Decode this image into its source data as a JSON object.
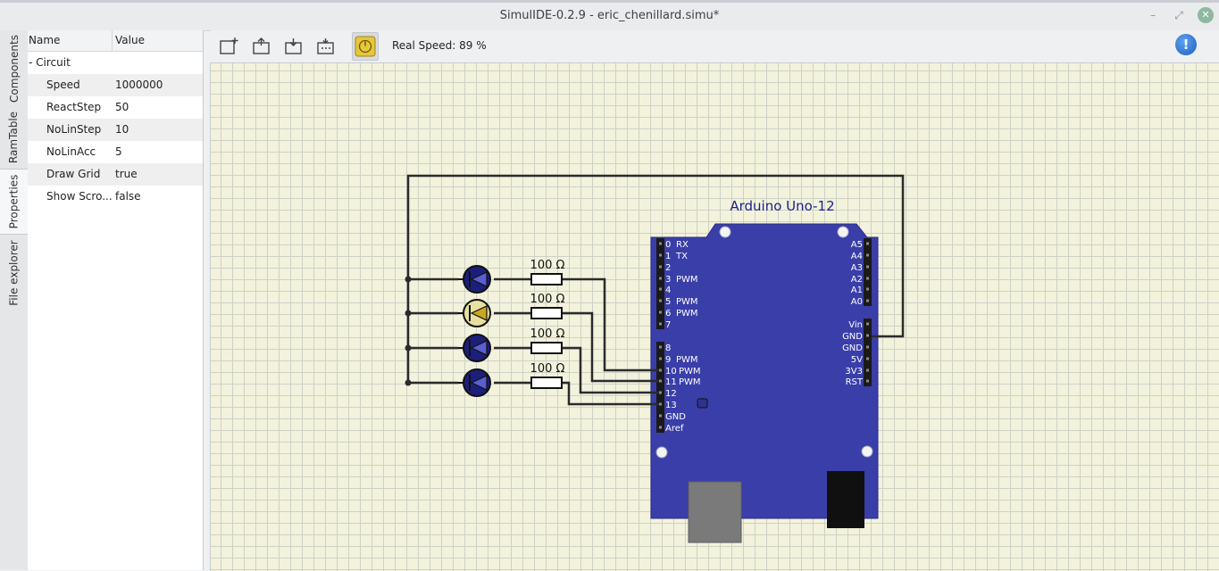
{
  "window": {
    "title": "SimulIDE-0.2.9  -  eric_chenillard.simu*"
  },
  "sidebar": {
    "tabs": [
      "Components",
      "RamTable",
      "Properties",
      "File explorer"
    ]
  },
  "properties": {
    "headers": {
      "name": "Name",
      "value": "Value"
    },
    "group": "- Circuit",
    "rows": [
      {
        "name": "Speed",
        "value": "1000000"
      },
      {
        "name": "ReactStep",
        "value": "50"
      },
      {
        "name": "NoLinStep",
        "value": "10"
      },
      {
        "name": "NoLinAcc",
        "value": "5"
      },
      {
        "name": "Draw Grid",
        "value": "true"
      },
      {
        "name": "Show Scro...",
        "value": "false"
      }
    ]
  },
  "toolbar": {
    "icons": [
      "new-circuit-icon",
      "open-circuit-icon",
      "save-circuit-icon",
      "save-as-icon",
      "power-icon"
    ],
    "real_speed": "Real Speed: 89 %",
    "info_glyph": "!"
  },
  "circuit": {
    "board_label": "Arduino Uno-12",
    "resistor_label": "100 Ω",
    "colors": {
      "board": "#3a3ea8",
      "led_off": "#1c1f7a",
      "led_on": "#e8e0a0",
      "wire": "#2b2b2b"
    },
    "left_pins": [
      {
        "num": "0",
        "fn": "RX"
      },
      {
        "num": "1",
        "fn": "TX"
      },
      {
        "num": "2",
        "fn": ""
      },
      {
        "num": "3",
        "fn": "PWM"
      },
      {
        "num": "4",
        "fn": ""
      },
      {
        "num": "5",
        "fn": "PWM"
      },
      {
        "num": "6",
        "fn": "PWM"
      },
      {
        "num": "7",
        "fn": ""
      },
      {
        "num": "8",
        "fn": ""
      },
      {
        "num": "9",
        "fn": "PWM"
      },
      {
        "num": "10",
        "fn": "PWM"
      },
      {
        "num": "11",
        "fn": "PWM"
      },
      {
        "num": "12",
        "fn": ""
      },
      {
        "num": "13",
        "fn": ""
      },
      {
        "num": "GND",
        "fn": ""
      },
      {
        "num": "Aref",
        "fn": ""
      }
    ],
    "right_pins": [
      "A5",
      "A4",
      "A3",
      "A2",
      "A1",
      "A0",
      "Vin",
      "GND",
      "GND",
      "5V",
      "3V3",
      "RST"
    ],
    "leds": [
      false,
      true,
      false,
      false
    ]
  }
}
